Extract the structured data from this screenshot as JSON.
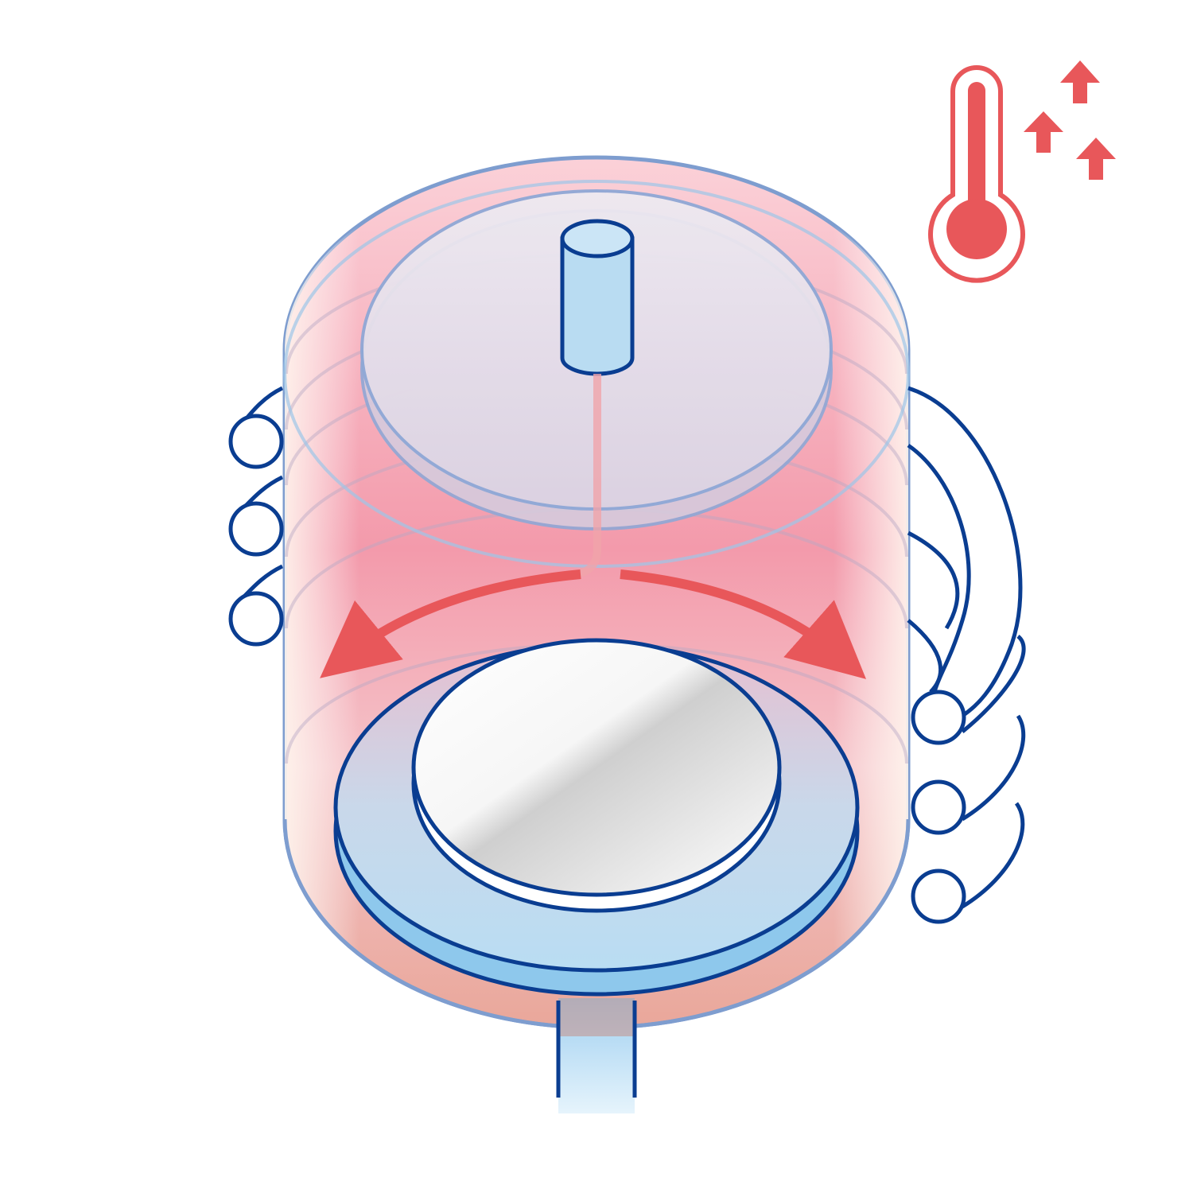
{
  "diagram": {
    "kind": "heated reactor chamber illustration",
    "text_labels": [],
    "colors": {
      "heat_red": "#e8575a",
      "outline_blue": "#0a3d91",
      "chamber_blue": "#7e9dcf",
      "coolant_blue": "#9fcff0",
      "wafer_gray": "#d0d0d0"
    },
    "icons": {
      "temperature": "thermometer-icon",
      "rising": "up-arrow-icon"
    },
    "coil_turns_per_side": 3,
    "rising_arrow_count": 3
  }
}
